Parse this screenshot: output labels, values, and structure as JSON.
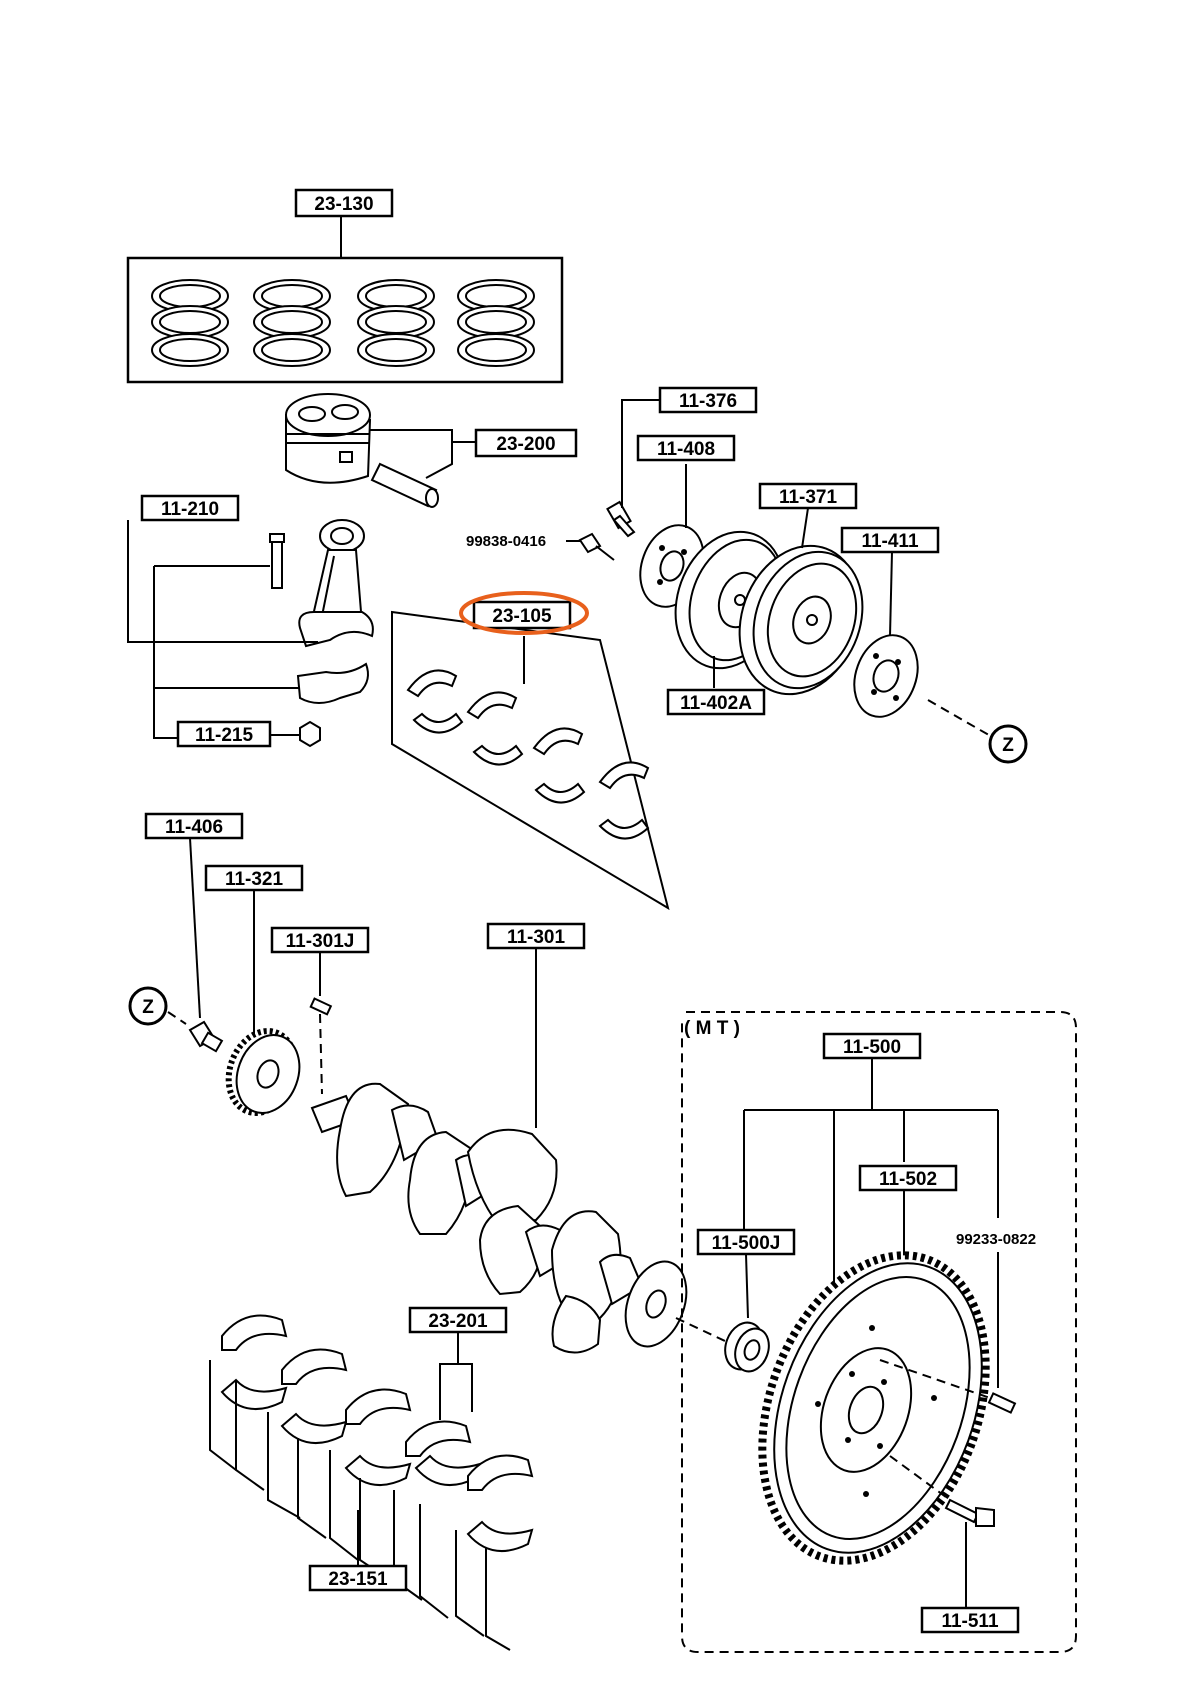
{
  "parts": {
    "p23_130": "23-130",
    "p23_200": "23-200",
    "p11_210": "11-210",
    "p11_215": "11-215",
    "p23_105": "23-105",
    "p11_376": "11-376",
    "p11_408": "11-408",
    "p11_371": "11-371",
    "p11_411": "11-411",
    "p99838_0416": "99838-0416",
    "p11_402a": "11-402A",
    "p11_406": "11-406",
    "p11_321": "11-321",
    "p11_301j": "11-301J",
    "p11_301": "11-301",
    "p11_500": "11-500",
    "p11_502": "11-502",
    "p11_500j": "11-500J",
    "p99233_0822": "99233-0822",
    "p23_201": "23-201",
    "p23_151": "23-151",
    "p11_511": "11-511"
  },
  "markers": {
    "z_top": "Z",
    "z_left": "Z"
  },
  "group_mt": "( M T )",
  "highlight": {
    "color": "#e8601c",
    "target": "23-105"
  }
}
